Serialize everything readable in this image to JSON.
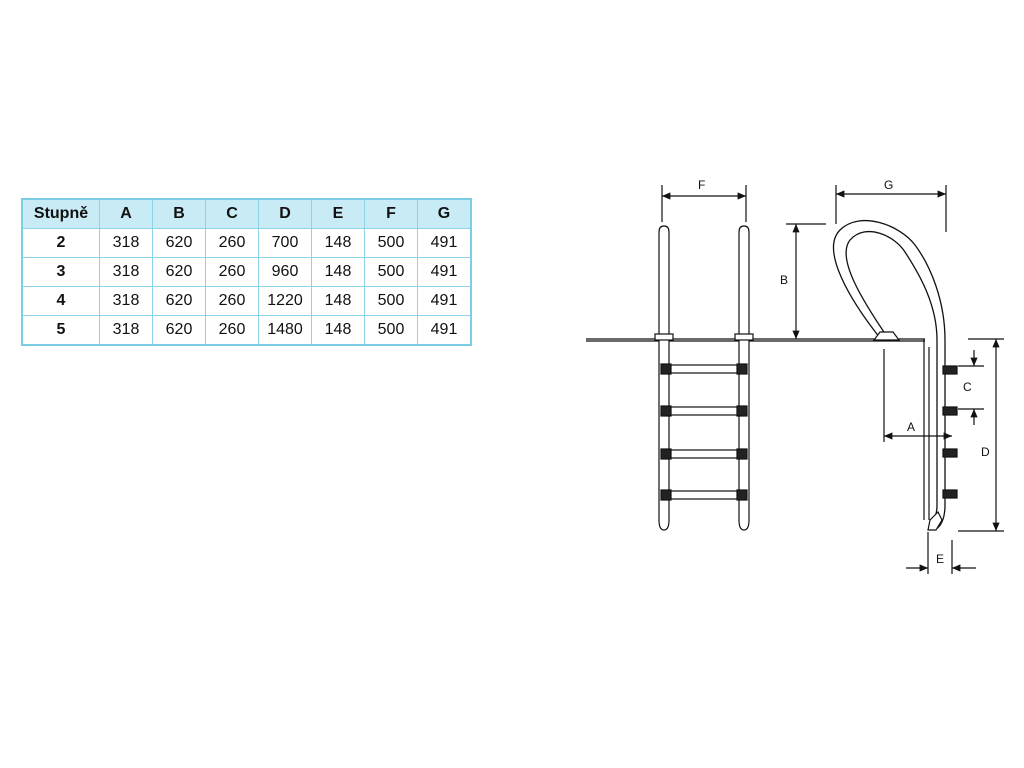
{
  "table": {
    "headers": [
      "Stupně",
      "A",
      "B",
      "C",
      "D",
      "E",
      "F",
      "G"
    ],
    "rows": [
      [
        "2",
        "318",
        "620",
        "260",
        "700",
        "148",
        "500",
        "491"
      ],
      [
        "3",
        "318",
        "620",
        "260",
        "960",
        "148",
        "500",
        "491"
      ],
      [
        "4",
        "318",
        "620",
        "260",
        "1220",
        "148",
        "500",
        "491"
      ],
      [
        "5",
        "318",
        "620",
        "260",
        "1480",
        "148",
        "500",
        "491"
      ]
    ]
  },
  "diagram": {
    "labels": {
      "A": "A",
      "B": "B",
      "C": "C",
      "D": "D",
      "E": "E",
      "F": "F",
      "G": "G"
    }
  },
  "colors": {
    "table_border": "#7ccde6",
    "table_header_bg": "#c9ebf6",
    "line": "#111111"
  }
}
